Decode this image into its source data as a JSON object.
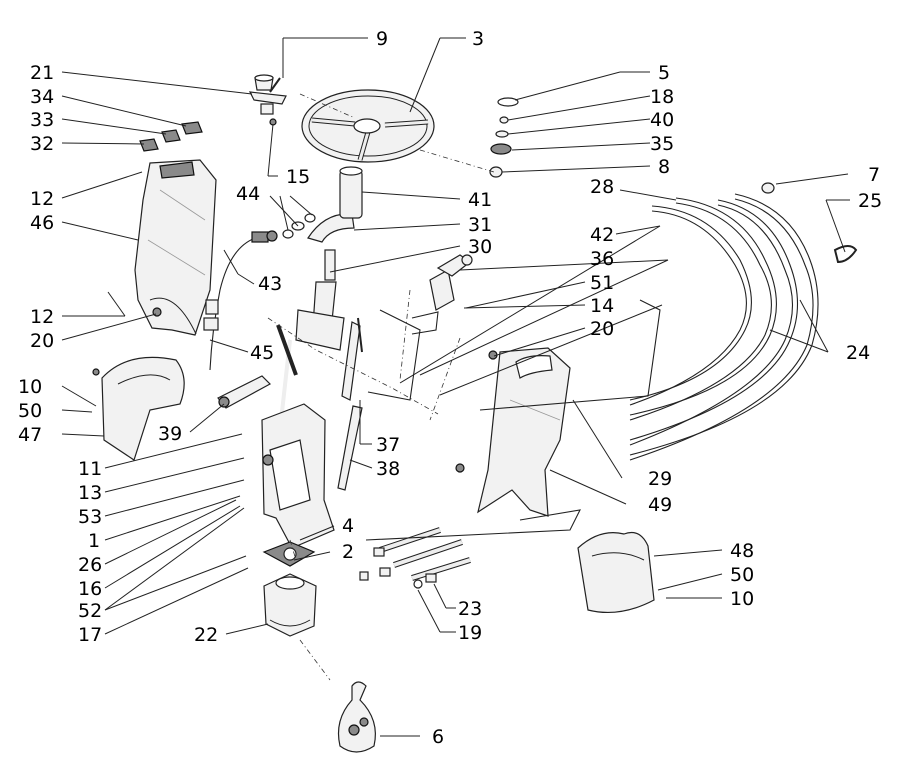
{
  "labels": [
    {
      "id": "label-9",
      "text": "9"
    },
    {
      "id": "label-3",
      "text": "3"
    },
    {
      "id": "label-21",
      "text": "21"
    },
    {
      "id": "label-34",
      "text": "34"
    },
    {
      "id": "label-33",
      "text": "33"
    },
    {
      "id": "label-32",
      "text": "32"
    },
    {
      "id": "label-5",
      "text": "5"
    },
    {
      "id": "label-18",
      "text": "18"
    },
    {
      "id": "label-40",
      "text": "40"
    },
    {
      "id": "label-35",
      "text": "35"
    },
    {
      "id": "label-8",
      "text": "8"
    },
    {
      "id": "label-15",
      "text": "15"
    },
    {
      "id": "label-12a",
      "text": "12"
    },
    {
      "id": "label-46",
      "text": "46"
    },
    {
      "id": "label-44",
      "text": "44"
    },
    {
      "id": "label-41",
      "text": "41"
    },
    {
      "id": "label-28",
      "text": "28"
    },
    {
      "id": "label-7",
      "text": "7"
    },
    {
      "id": "label-25",
      "text": "25"
    },
    {
      "id": "label-31",
      "text": "31"
    },
    {
      "id": "label-42",
      "text": "42"
    },
    {
      "id": "label-30",
      "text": "30"
    },
    {
      "id": "label-36",
      "text": "36"
    },
    {
      "id": "label-43",
      "text": "43"
    },
    {
      "id": "label-51",
      "text": "51"
    },
    {
      "id": "label-14",
      "text": "14"
    },
    {
      "id": "label-12b",
      "text": "12"
    },
    {
      "id": "label-20a",
      "text": "20"
    },
    {
      "id": "label-20b",
      "text": "20"
    },
    {
      "id": "label-45",
      "text": "45"
    },
    {
      "id": "label-24",
      "text": "24"
    },
    {
      "id": "label-10a",
      "text": "10"
    },
    {
      "id": "label-50a",
      "text": "50"
    },
    {
      "id": "label-47",
      "text": "47"
    },
    {
      "id": "label-39",
      "text": "39"
    },
    {
      "id": "label-37",
      "text": "37"
    },
    {
      "id": "label-11",
      "text": "11"
    },
    {
      "id": "label-38",
      "text": "38"
    },
    {
      "id": "label-29",
      "text": "29"
    },
    {
      "id": "label-13",
      "text": "13"
    },
    {
      "id": "label-49",
      "text": "49"
    },
    {
      "id": "label-53",
      "text": "53"
    },
    {
      "id": "label-4",
      "text": "4"
    },
    {
      "id": "label-1",
      "text": "1"
    },
    {
      "id": "label-2",
      "text": "2"
    },
    {
      "id": "label-26",
      "text": "26"
    },
    {
      "id": "label-48",
      "text": "48"
    },
    {
      "id": "label-16",
      "text": "16"
    },
    {
      "id": "label-50b",
      "text": "50"
    },
    {
      "id": "label-52",
      "text": "52"
    },
    {
      "id": "label-10b",
      "text": "10"
    },
    {
      "id": "label-23",
      "text": "23"
    },
    {
      "id": "label-17",
      "text": "17"
    },
    {
      "id": "label-22",
      "text": "22"
    },
    {
      "id": "label-19",
      "text": "19"
    },
    {
      "id": "label-6",
      "text": "6"
    }
  ]
}
